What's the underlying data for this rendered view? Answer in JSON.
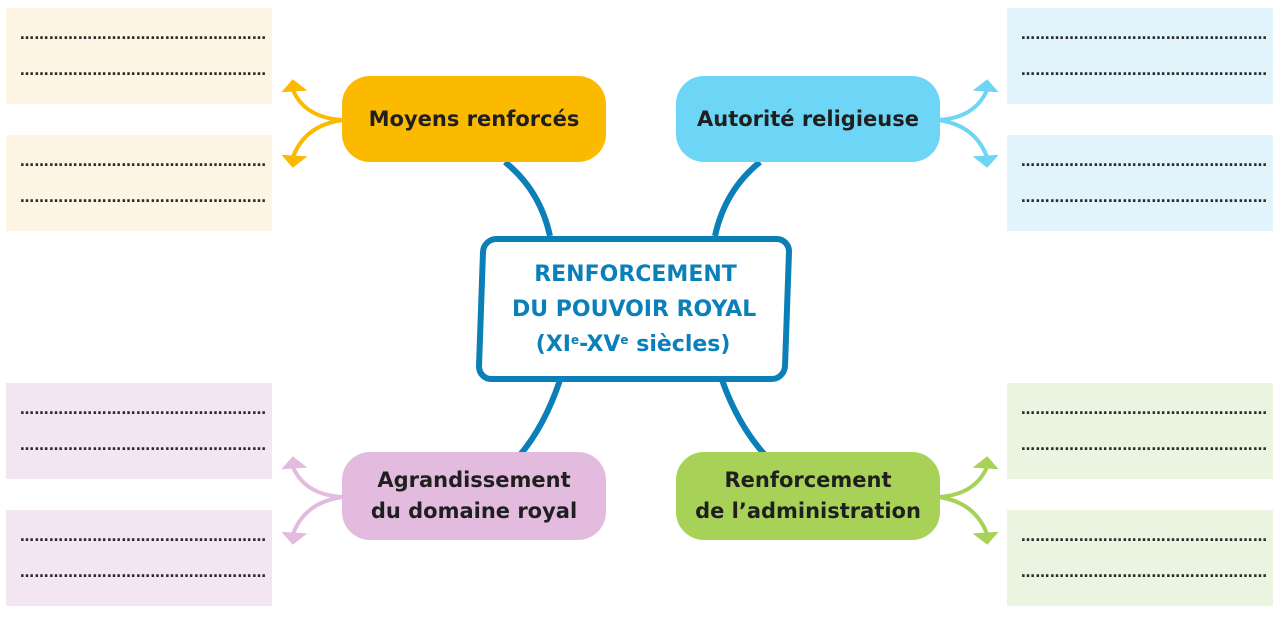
{
  "center": {
    "line1": "RENFORCEMENT",
    "line2": "DU POUVOIR ROYAL",
    "period": {
      "open": "(XI",
      "sup1": "e",
      "dash": "-XV",
      "sup2": "e",
      "close": " siècles)"
    }
  },
  "themes": {
    "moyens": {
      "label": "Moyens renforcés",
      "color": "#fbb900",
      "panel_color": "#fef4e4"
    },
    "religion": {
      "label": "Autorité religieuse",
      "color": "#6dd5f6",
      "panel_color": "#e1f3fb"
    },
    "domaine": {
      "line1": "Agrandissement",
      "line2": "du domaine royal",
      "color": "#e2bbdf",
      "panel_color": "#f3e5f2"
    },
    "administration": {
      "line1": "Renforcement",
      "line2": "de l’administration",
      "color": "#a8d257",
      "panel_color": "#e9f4e1"
    }
  },
  "connector_color": "#0b7fb8",
  "blank": "……………………………………………"
}
